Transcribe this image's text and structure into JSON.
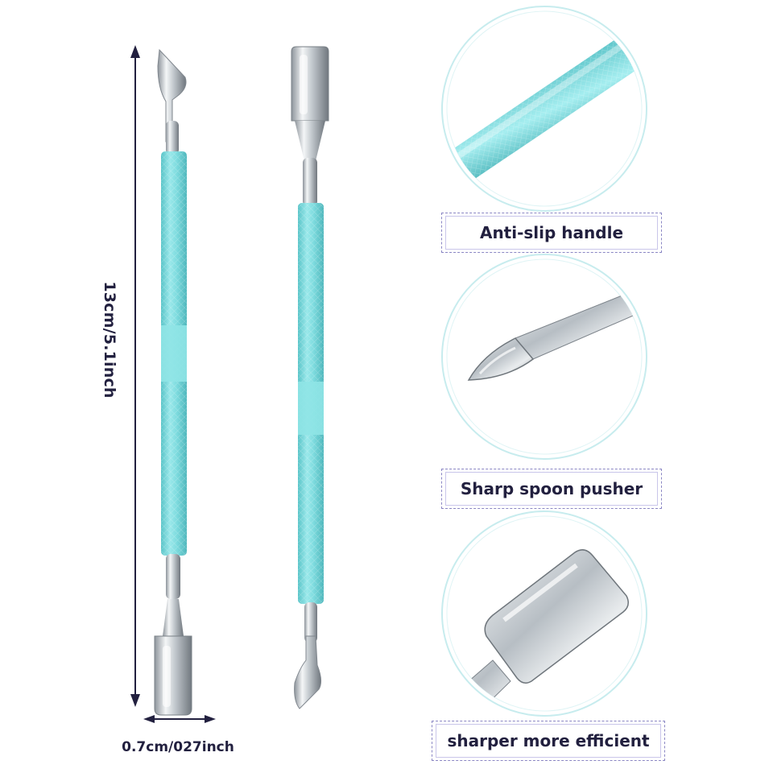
{
  "dimensions": {
    "length": "13cm/5.1inch",
    "width": "0.7cm/027inch"
  },
  "features": [
    {
      "label": "Anti-slip handle"
    },
    {
      "label": "Sharp spoon pusher"
    },
    {
      "label": "sharper more efficient"
    }
  ],
  "colors": {
    "handle": "#7fdcdf",
    "handle_dark": "#54bfc4",
    "steel": "#cfd5da",
    "text": "#22203f",
    "frame": "#8b87c4",
    "circle": "#c7ecee"
  }
}
